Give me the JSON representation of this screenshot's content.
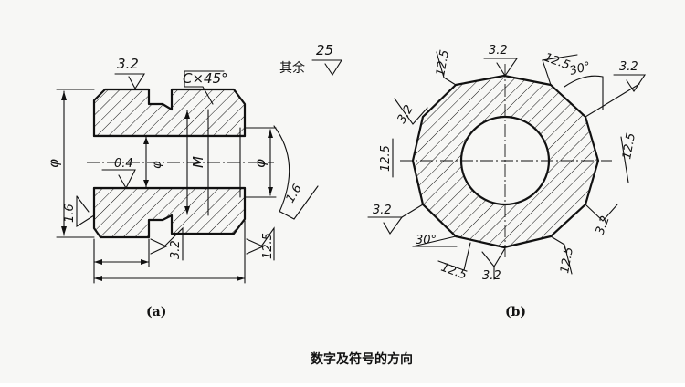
{
  "figure": {
    "title": "数字及符号的方向",
    "caption_a": "(a)",
    "caption_b": "(b)"
  },
  "view_a": {
    "chamfer": "C×45°",
    "rest_note": "其余",
    "rest_value": "25",
    "top_roughness": "3.2",
    "bore_roughness": "0.4",
    "bottom_roughness": "3.2",
    "face_roughness": "12.5",
    "left_roughness": "1.6",
    "right_roughness": "1.6",
    "phi_outer": "φ",
    "phi_bore": "φ",
    "thread": "M",
    "phi_right": "φ"
  },
  "view_b": {
    "r_top_left": "12.5",
    "r_top": "3.2",
    "r_top_right": "12.5",
    "angle_top": "30°",
    "r_far_right": "3.2",
    "r_left_upper": "3.2",
    "r_left": "12.5",
    "r_right": "12.5",
    "r_left_lower": "3.2",
    "angle_bottom": "30°",
    "r_bottom_left": "12.5",
    "r_bottom": "3.2",
    "r_right_lower": "3.2",
    "r_bottom_right": "12.5"
  }
}
